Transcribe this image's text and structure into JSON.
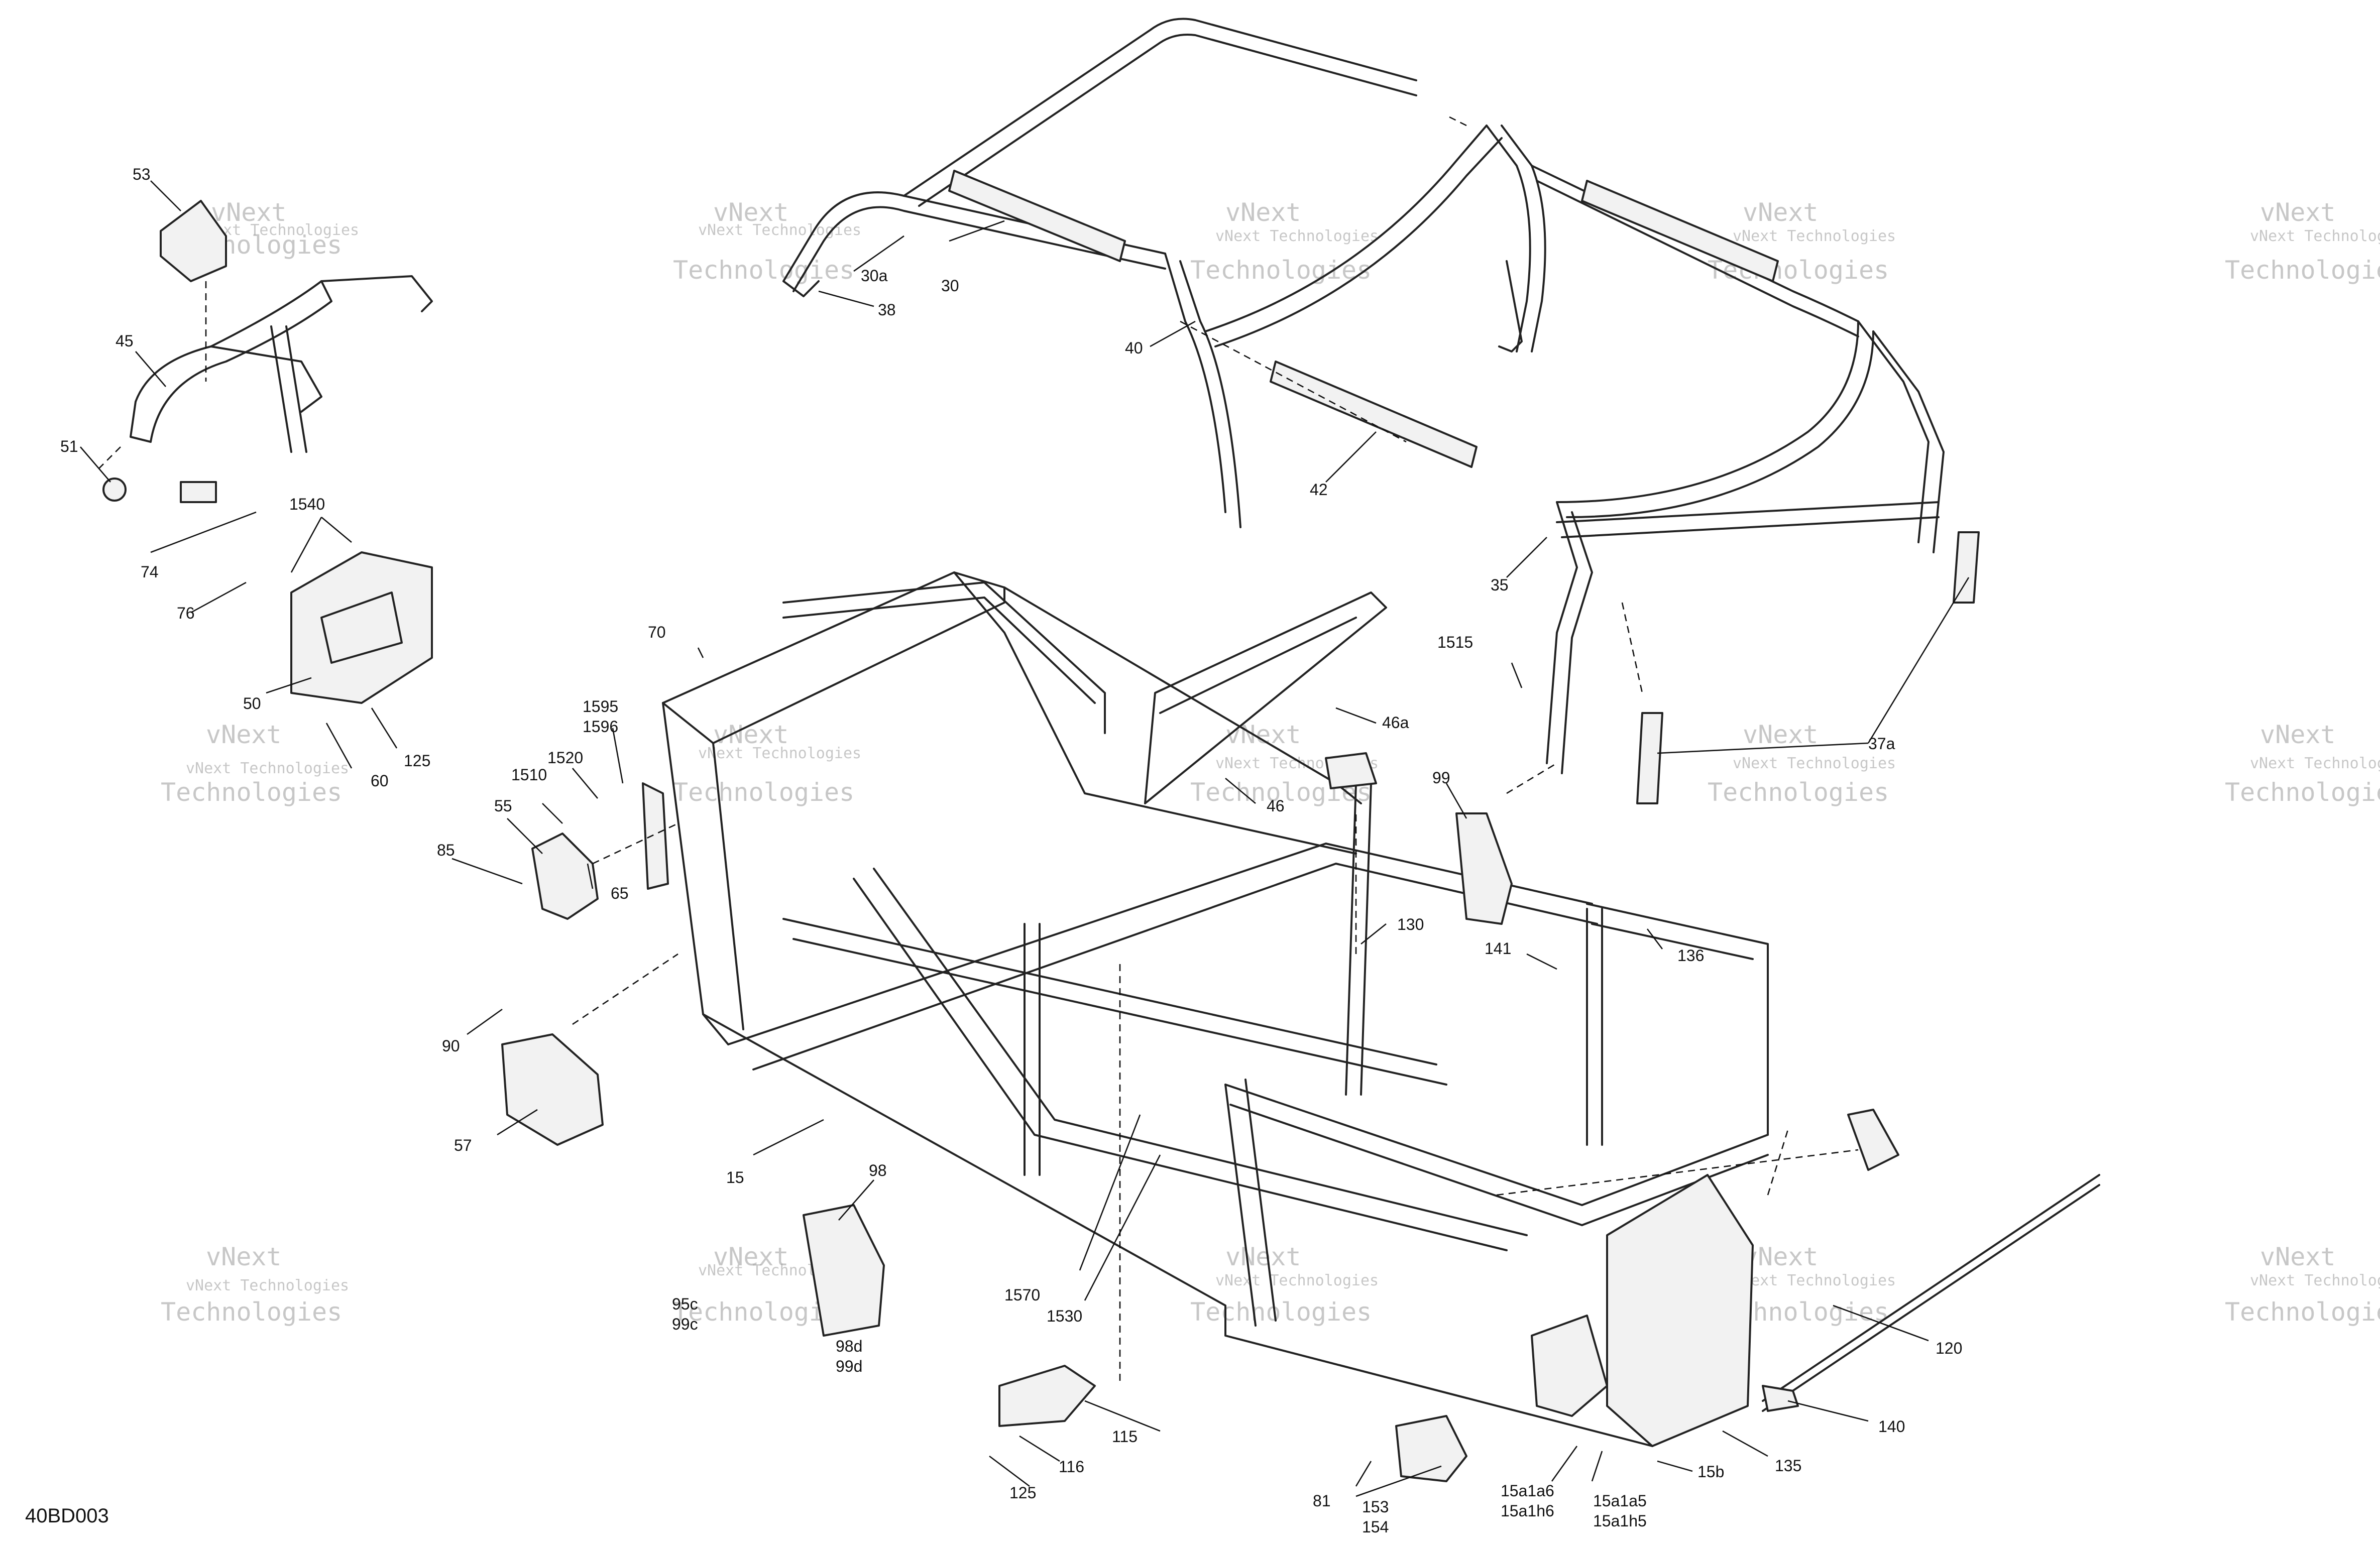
{
  "figure_code": "40BD003",
  "watermark": {
    "line1": "vNext Technologies",
    "line2_top": "vNext",
    "line2_bottom": "Technologies"
  },
  "callouts": [
    {
      "id": "53",
      "text": "53"
    },
    {
      "id": "45",
      "text": "45"
    },
    {
      "id": "51",
      "text": "51"
    },
    {
      "id": "74",
      "text": "74"
    },
    {
      "id": "1540",
      "text": "1540"
    },
    {
      "id": "76",
      "text": "76"
    },
    {
      "id": "50",
      "text": "50"
    },
    {
      "id": "125a",
      "text": "125"
    },
    {
      "id": "60",
      "text": "60"
    },
    {
      "id": "70",
      "text": "70"
    },
    {
      "id": "1595",
      "text": "1595"
    },
    {
      "id": "1596",
      "text": "1596"
    },
    {
      "id": "1520",
      "text": "1520"
    },
    {
      "id": "1510",
      "text": "1510"
    },
    {
      "id": "55",
      "text": "55"
    },
    {
      "id": "85",
      "text": "85"
    },
    {
      "id": "65",
      "text": "65"
    },
    {
      "id": "90",
      "text": "90"
    },
    {
      "id": "57",
      "text": "57"
    },
    {
      "id": "15",
      "text": "15"
    },
    {
      "id": "98",
      "text": "98"
    },
    {
      "id": "95c",
      "text": "95c"
    },
    {
      "id": "99c",
      "text": "99c"
    },
    {
      "id": "98d",
      "text": "98d"
    },
    {
      "id": "99d",
      "text": "99d"
    },
    {
      "id": "1570",
      "text": "1570"
    },
    {
      "id": "1530",
      "text": "1530"
    },
    {
      "id": "115",
      "text": "115"
    },
    {
      "id": "116",
      "text": "116"
    },
    {
      "id": "125b",
      "text": "125"
    },
    {
      "id": "81",
      "text": "81"
    },
    {
      "id": "153",
      "text": "153"
    },
    {
      "id": "154",
      "text": "154"
    },
    {
      "id": "15a1a6",
      "text": "15a1a6"
    },
    {
      "id": "15a1h6",
      "text": "15a1h6"
    },
    {
      "id": "15a1a5",
      "text": "15a1a5"
    },
    {
      "id": "15a1h5",
      "text": "15a1h5"
    },
    {
      "id": "15b",
      "text": "15b"
    },
    {
      "id": "135",
      "text": "135"
    },
    {
      "id": "140",
      "text": "140"
    },
    {
      "id": "120",
      "text": "120"
    },
    {
      "id": "30a",
      "text": "30a"
    },
    {
      "id": "30",
      "text": "30"
    },
    {
      "id": "38",
      "text": "38"
    },
    {
      "id": "40",
      "text": "40"
    },
    {
      "id": "42",
      "text": "42"
    },
    {
      "id": "35",
      "text": "35"
    },
    {
      "id": "1515",
      "text": "1515"
    },
    {
      "id": "37a",
      "text": "37a"
    },
    {
      "id": "46a",
      "text": "46a"
    },
    {
      "id": "46",
      "text": "46"
    },
    {
      "id": "99",
      "text": "99"
    },
    {
      "id": "130",
      "text": "130"
    },
    {
      "id": "141",
      "text": "141"
    },
    {
      "id": "136",
      "text": "136"
    }
  ]
}
